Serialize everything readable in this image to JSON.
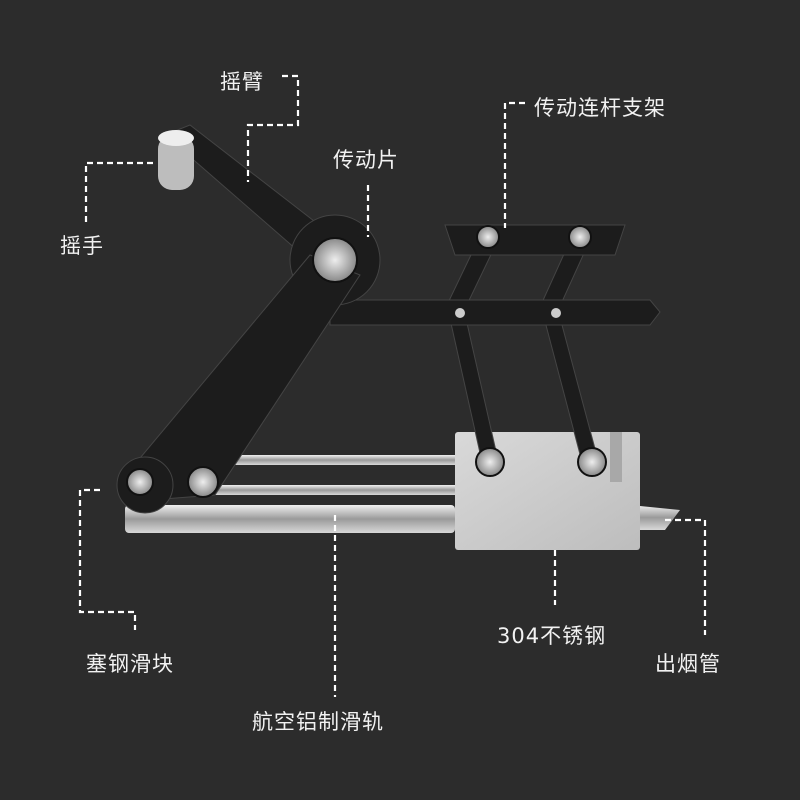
{
  "labels": {
    "rocker_arm": "摇臂",
    "linkage_bracket": "传动连杆支架",
    "drive_plate": "传动片",
    "hand_crank": "摇手",
    "steel_slider": "塞钢滑块",
    "aluminum_rail": "航空铝制滑轨",
    "stainless_steel": "304不锈钢",
    "smoke_pipe": "出烟管"
  },
  "colors": {
    "background": "#2c2c2c",
    "plate": "#1c1c1c",
    "steel": "#cfcfcf",
    "leader": "#ffffff"
  }
}
